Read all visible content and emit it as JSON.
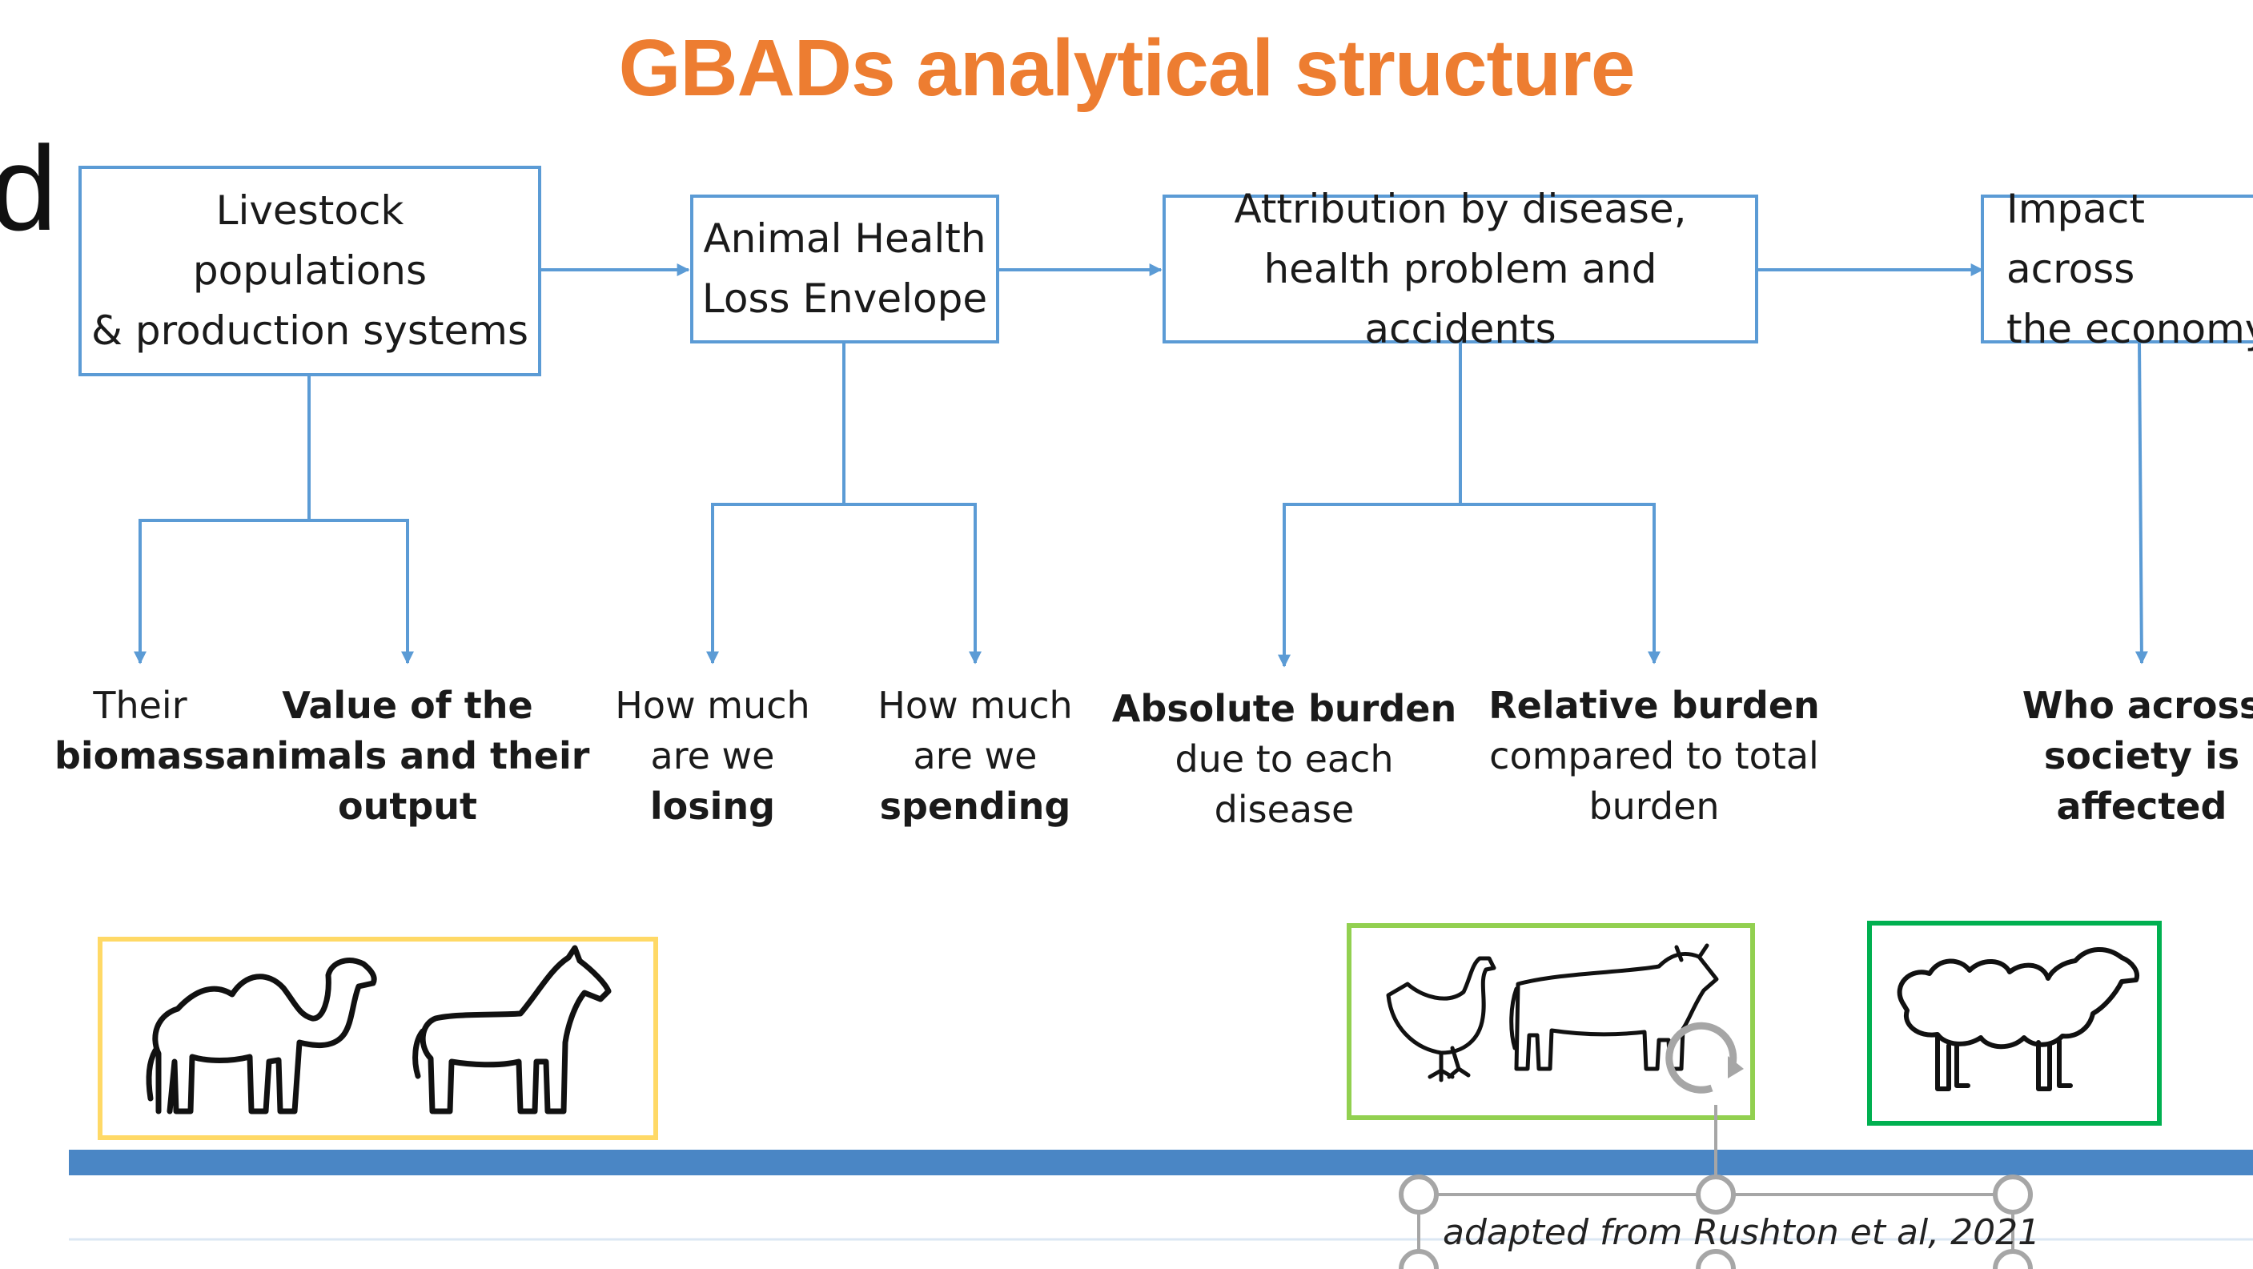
{
  "title": "GBADs analytical structure",
  "stray_text": "d",
  "colors": {
    "accent": "#ed7d31",
    "connector": "#5b9bd5",
    "bar": "#4a86c5",
    "frame_camel_horse": "#ffd966",
    "frame_chicken_cow": "#92d050",
    "frame_sheep": "#00b050"
  },
  "stages": [
    {
      "text": "Livestock\npopulations\n& production systems"
    },
    {
      "text": "Animal Health\nLoss Envelope"
    },
    {
      "text": "Attribution by disease,\nhealth problem and accidents"
    },
    {
      "text": "Impact across\nthe economy"
    }
  ],
  "outcomes": [
    {
      "lines": [
        {
          "text": "Their",
          "bold": false
        },
        {
          "text": "biomass",
          "bold": true
        }
      ]
    },
    {
      "lines": [
        {
          "text": "Value of the",
          "bold": true
        },
        {
          "text": "animals and their",
          "bold": true
        },
        {
          "text": "output",
          "bold": true
        }
      ]
    },
    {
      "lines": [
        {
          "text": "How much",
          "bold": false
        },
        {
          "text": "are we",
          "bold": false
        },
        {
          "text": "losing",
          "bold": true
        }
      ]
    },
    {
      "lines": [
        {
          "text": "How much",
          "bold": false
        },
        {
          "text": "are we",
          "bold": false
        },
        {
          "text": "spending",
          "bold": true
        }
      ]
    },
    {
      "lines": [
        {
          "text": "Absolute burden",
          "bold": true
        },
        {
          "text": "due to each",
          "bold": false
        },
        {
          "text": "disease",
          "bold": false
        }
      ]
    },
    {
      "lines": [
        {
          "text": "Relative burden",
          "bold": true
        },
        {
          "text": "compared to total",
          "bold": false
        },
        {
          "text": "burden",
          "bold": false
        }
      ]
    },
    {
      "lines": [
        {
          "text": "Who across",
          "bold": true
        },
        {
          "text": "society is",
          "bold": true
        },
        {
          "text": "affected",
          "bold": true
        }
      ]
    }
  ],
  "animal_groups": [
    {
      "icons": [
        "camel-icon",
        "horse-icon"
      ],
      "frame": "frame_camel_horse"
    },
    {
      "icons": [
        "chicken-icon",
        "cow-icon"
      ],
      "frame": "frame_chicken_cow"
    },
    {
      "icons": [
        "sheep-icon"
      ],
      "frame": "frame_sheep"
    }
  ],
  "credit": "adapted from Rushton et al, 2021"
}
